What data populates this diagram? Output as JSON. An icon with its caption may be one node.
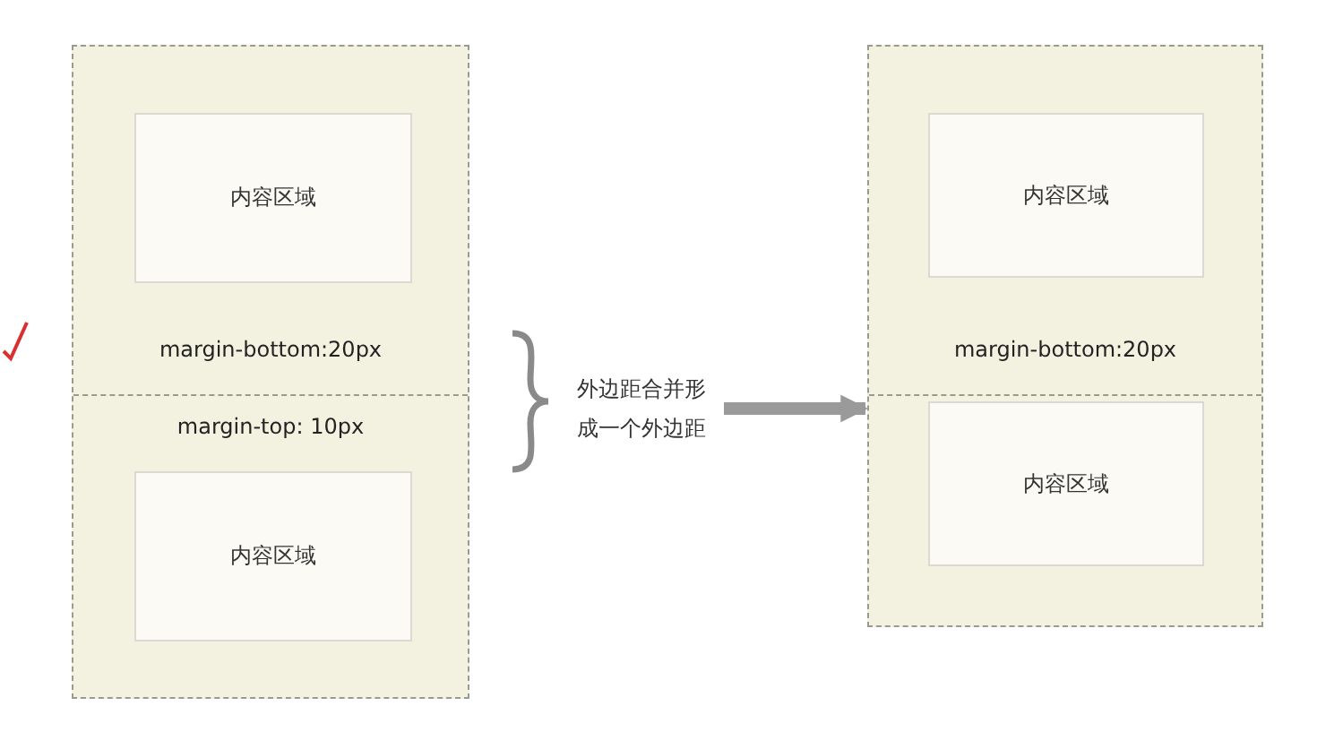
{
  "diagram": {
    "nodes": [
      {
        "text": [],
        "shape": "box"
      },
      {
        "text": [
          "margin-bottom:20px"
        ],
        "in": 0
      },
      {
        "text": [
          "内容区域"
        ],
        "in": 1
      },
      {
        "text": [
          "margin-top: 10px"
        ],
        "in": 0
      },
      {
        "text": [
          "内容区域"
        ],
        "in": 3
      },
      {
        "text": [
          "外边距合并形成一个外边距"
        ]
      },
      {
        "text": [],
        "shape": "box"
      },
      {
        "text": [
          "margin-bottom:20px"
        ],
        "in": 6
      },
      {
        "text": [
          "内容区域"
        ],
        "in": 7
      },
      {
        "text": [],
        "shape": "box",
        "in": 6
      },
      {
        "text": [
          "内容区域"
        ],
        "in": 9
      }
    ],
    "edges": [
      {
        "from": 5,
        "to": 6,
        "arrow": "to"
      }
    ]
  }
}
